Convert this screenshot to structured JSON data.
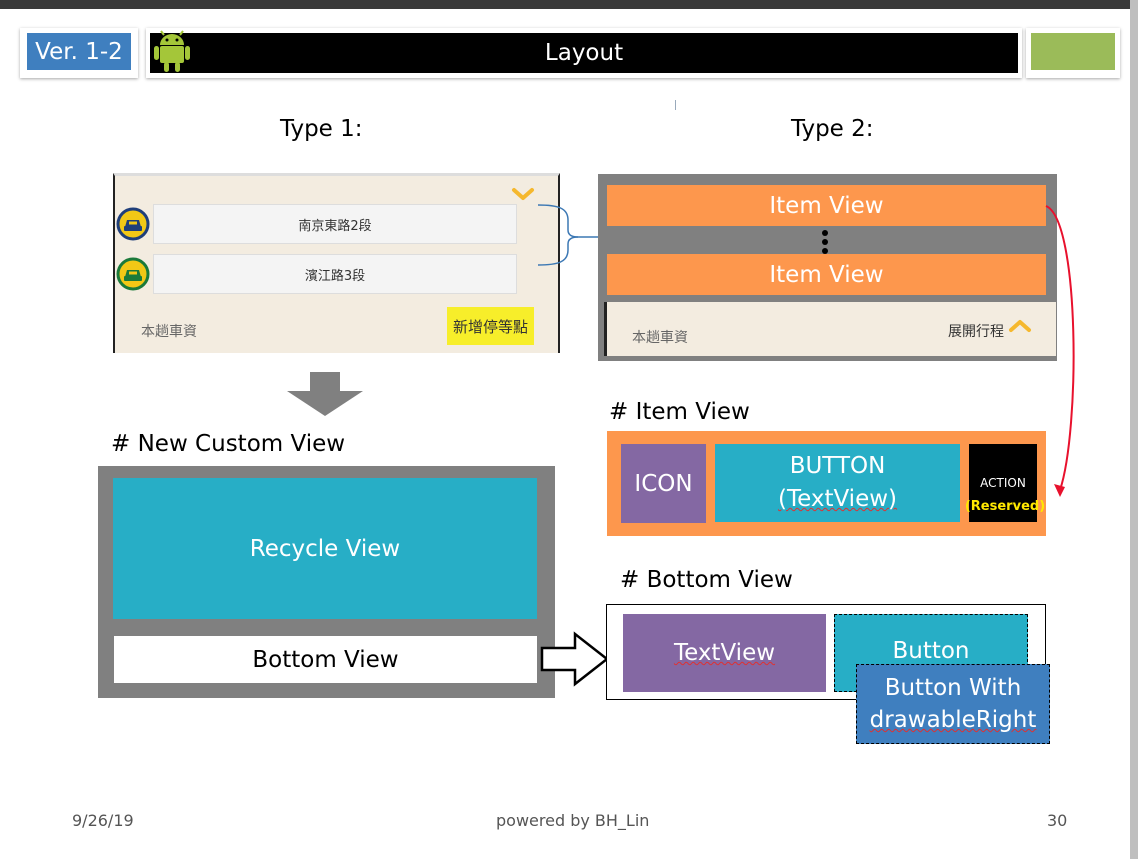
{
  "header": {
    "version": "Ver. 1-2",
    "title": "Layout",
    "android_logo": "android-robot-icon"
  },
  "type1": {
    "heading": "Type 1:",
    "rows": [
      "南京東路2段",
      "濱江路3段"
    ],
    "fare_label": "本趟車資",
    "add_stop_button": "新增停等點",
    "chevron": "chevron-down-icon",
    "taxi_icon": "taxi-icon"
  },
  "type2": {
    "heading": "Type 2:",
    "item1": "Item View",
    "item2": "Item View",
    "fare_label": "本趟車資",
    "expand_label": "展開行程",
    "chevron": "chevron-up-icon"
  },
  "custom_view": {
    "heading": "# New Custom View",
    "recycle": "Recycle View",
    "bottom": "Bottom View"
  },
  "item_view": {
    "heading": "# Item View",
    "icon": "ICON",
    "button_line1": "BUTTON",
    "button_line2": "(TextView)",
    "action": "ACTION",
    "reserved": "(Reserved)"
  },
  "bottom_view": {
    "heading": "# Bottom View",
    "textview": "TextView",
    "button": "Button",
    "drawable_line1": "Button With",
    "drawable_line2": "drawableRight"
  },
  "footer": {
    "date": "9/26/19",
    "credit": "powered by BH_Lin",
    "page": "30"
  },
  "colors": {
    "orange": "#fd974d",
    "teal": "#27aec6",
    "purple": "#8468a3",
    "blue": "#3f7fbf",
    "green": "#9bbb59",
    "gray": "#808080",
    "red_arrow": "#e8112d"
  }
}
